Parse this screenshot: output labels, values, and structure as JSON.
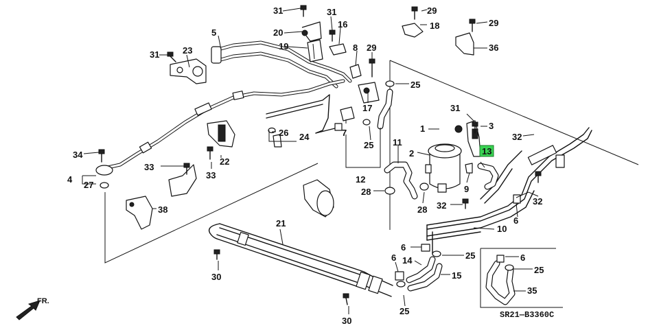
{
  "diagram": {
    "code": "SR21—B3360C",
    "front_label": "FR.",
    "callouts": {
      "c1": "1",
      "c2": "2",
      "c3": "3",
      "c4": "4",
      "c5": "5",
      "c6": "6",
      "c7": "7",
      "c8": "8",
      "c9": "9",
      "c10": "10",
      "c11": "11",
      "c12": "12",
      "c13": "13",
      "c14": "14",
      "c15": "15",
      "c16": "16",
      "c17": "17",
      "c18": "18",
      "c19": "19",
      "c20": "20",
      "c21": "21",
      "c22": "22",
      "c23": "23",
      "c24": "24",
      "c25": "25",
      "c26": "26",
      "c27": "27",
      "c28": "28",
      "c29": "29",
      "c30": "30",
      "c31": "31",
      "c32": "32",
      "c33": "33",
      "c34": "34",
      "c35": "35",
      "c36": "36",
      "c38": "38"
    },
    "highlight_color": "#39d353"
  }
}
